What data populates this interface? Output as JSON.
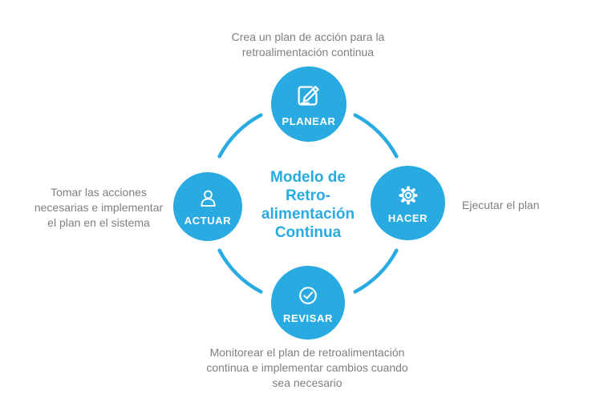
{
  "colors": {
    "accent_blue": "#29ABE2",
    "caption_gray": "#7D7F82",
    "node_text": "#FFFFFF",
    "background": "#FFFFFF"
  },
  "title": {
    "lines": [
      "Modelo de",
      "Retro-",
      "alimentación",
      "Continua"
    ]
  },
  "nodes": [
    {
      "id": "planear",
      "label": "PLANEAR",
      "icon": "pencil-square-icon"
    },
    {
      "id": "hacer",
      "label": "HACER",
      "icon": "gear-icon"
    },
    {
      "id": "revisar",
      "label": "REVISAR",
      "icon": "check-circle-icon"
    },
    {
      "id": "actuar",
      "label": "ACTUAR",
      "icon": "user-icon"
    }
  ],
  "captions": {
    "planear": {
      "lines": [
        "Crea un plan de acción para la",
        "retroalimentación continua"
      ]
    },
    "hacer": {
      "lines": [
        "Ejecutar el plan"
      ]
    },
    "revisar": {
      "lines": [
        "Monitorear el plan de retroalimentación",
        "continua e implementar cambios cuando",
        "sea necesario"
      ]
    },
    "actuar": {
      "lines": [
        "Tomar las acciones",
        "necesarias e implementar",
        "el plan en el sistema"
      ]
    }
  }
}
